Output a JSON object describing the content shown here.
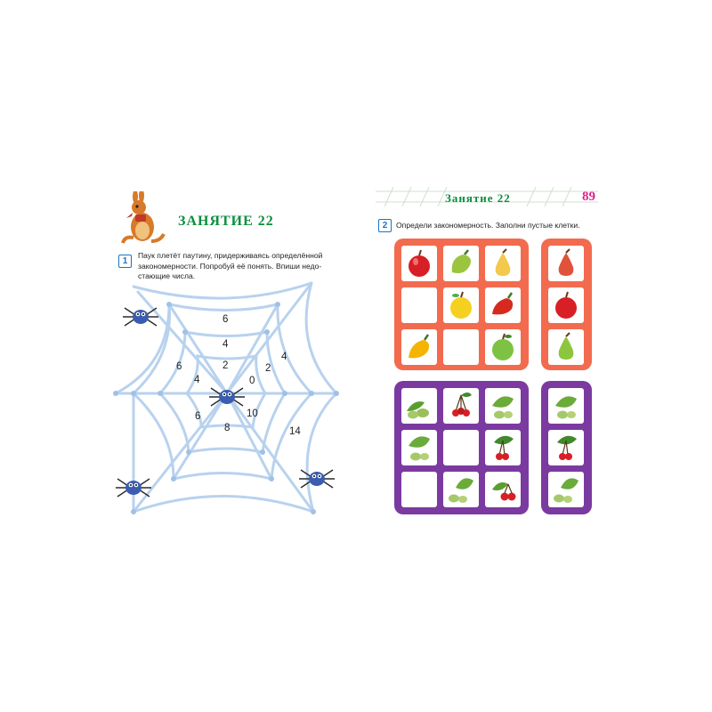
{
  "left_page": {
    "lesson_title": "ЗАНЯТИЕ 22",
    "task1": {
      "number": "1",
      "lines": [
        "Паук плетёт паутину, придерживаясь определённой",
        "закономерности. Попробуй её понять. Впиши недо-",
        "стающие числа."
      ]
    },
    "web_numbers": [
      "6",
      "4",
      "2",
      "6",
      "4",
      "0",
      "2",
      "4",
      "6",
      "10",
      "8",
      "14"
    ]
  },
  "right_page": {
    "header_title": "Занятие 22",
    "page_number": "89",
    "task2": {
      "number": "2",
      "text": "Определи закономерность. Заполни пустые клетки."
    },
    "colors": {
      "orange_frame": "#f26b4f",
      "purple_frame": "#7b3aa0",
      "green_title": "#0a8f3c",
      "page_number": "#e0208a",
      "web_line": "#b8d2ee"
    },
    "fruit_grid": [
      [
        "red-apple",
        "green-pepper",
        "yellow-pear"
      ],
      [
        "empty",
        "yellow-apple",
        "red-pepper"
      ],
      [
        "yellow-pepper",
        "empty",
        "green-apple"
      ]
    ],
    "fruit_answers": [
      "red-pear",
      "red-apple",
      "green-pear"
    ],
    "berry_grid": [
      [
        "gooseberry",
        "cherries-with-leaf",
        "leaf-with-gooseberry"
      ],
      [
        "leaf-with-gooseberry",
        "empty",
        "leaf-with-cherries"
      ],
      [
        "empty",
        "leaf-with-gooseberry",
        "cherries-with-leaf"
      ]
    ],
    "berry_answers": [
      "leaf-with-gooseberry",
      "leaf-with-cherries",
      "leaf-with-gooseberry"
    ]
  }
}
